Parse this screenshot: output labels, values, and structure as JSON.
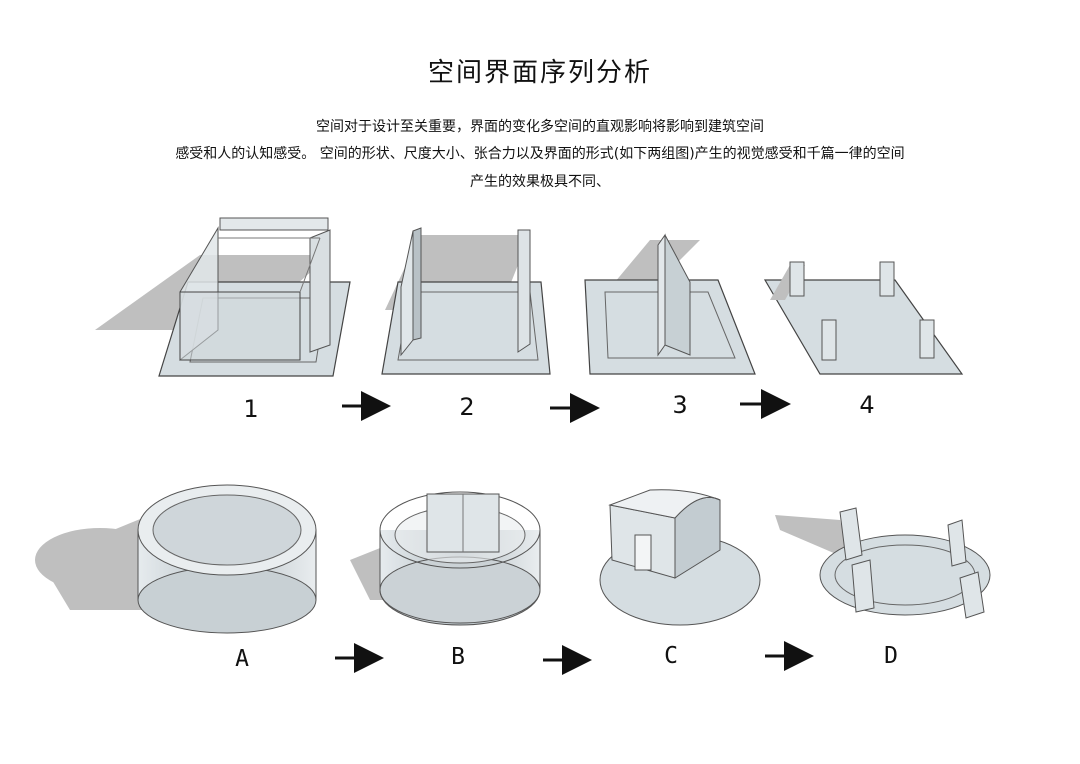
{
  "title": "空间界面序列分析",
  "description": [
    "空间对于设计至关重要，界面的变化多空间的直观影响将影响到建筑空间",
    "感受和人的认知感受。 空间的形状、尺度大小、张合力以及界面的形式(如下两组图)产生的视觉感受和千篇一律的空间",
    "产生的效果极具不同、"
  ],
  "row1": {
    "labels": [
      "1",
      "2",
      "3",
      "4"
    ]
  },
  "row2": {
    "labels": [
      "A",
      "B",
      "C",
      "D"
    ]
  },
  "colors": {
    "fill": "#d5dde1",
    "shadow": "#bfbfbf",
    "edge": "#555555"
  },
  "icons": [
    "right-arrow-icon"
  ]
}
